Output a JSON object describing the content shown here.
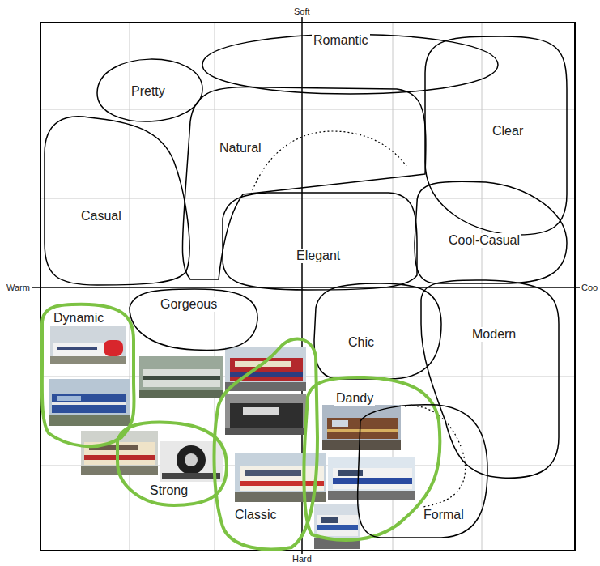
{
  "diagram": {
    "nodes": [
      {
        "text": [
          "Romantic"
        ]
      },
      {
        "text": [
          "Pretty"
        ]
      },
      {
        "text": [
          "Clear"
        ]
      },
      {
        "text": [
          "Natural"
        ]
      },
      {
        "text": [
          "Casual"
        ]
      },
      {
        "text": [
          "Elegant"
        ]
      },
      {
        "text": [
          "Cool-Casual"
        ]
      },
      {
        "text": [
          "Gorgeous"
        ]
      },
      {
        "text": [
          "Dynamic"
        ]
      },
      {
        "text": [
          "Chic"
        ]
      },
      {
        "text": [
          "Modern"
        ]
      },
      {
        "text": [
          "Dandy"
        ]
      },
      {
        "text": [
          "Strong"
        ]
      },
      {
        "text": [
          "Classic"
        ]
      },
      {
        "text": [
          "Formal"
        ]
      }
    ],
    "labels": [
      "Soft",
      "Hard",
      "Warm",
      "Coo"
    ]
  }
}
